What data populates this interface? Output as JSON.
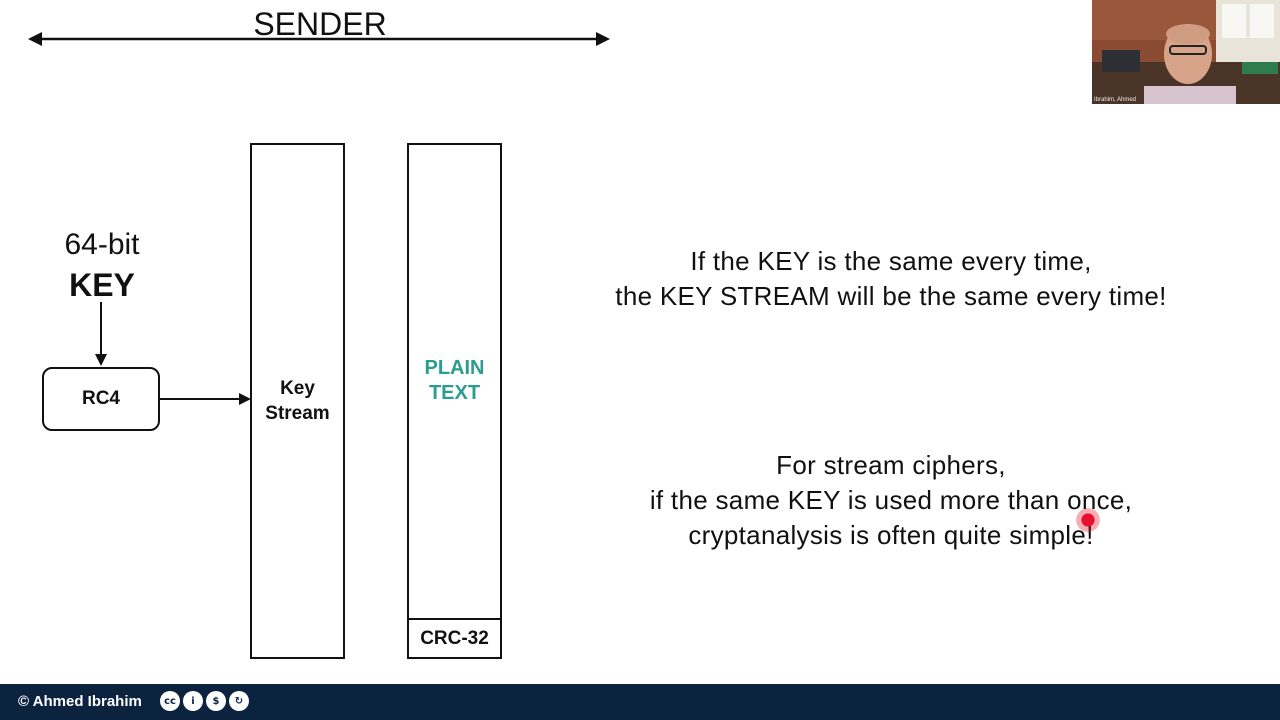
{
  "header": {
    "sender_label": "SENDER"
  },
  "key": {
    "bits_label": "64-bit",
    "key_label": "KEY"
  },
  "rc4": {
    "label": "RC4"
  },
  "keystream": {
    "line1": "Key",
    "line2": "Stream"
  },
  "plaintext": {
    "line1": "PLAIN",
    "line2": "TEXT",
    "crc_label": "CRC-32",
    "color": "#2a9d8f"
  },
  "notes": {
    "para1": [
      "If the KEY is the same every time,",
      "the KEY STREAM will be the same every time!"
    ],
    "para2": [
      "For stream ciphers,",
      "if the same KEY is used more than once,",
      "cryptanalysis is often quite simple!"
    ]
  },
  "footer": {
    "copyright": "© Ahmed Ibrahim",
    "license_icons": [
      "cc-icon",
      "by-icon",
      "nc-icon",
      "sa-icon"
    ],
    "background": "#0c2340"
  },
  "webcam": {
    "caption": "Ibrahim, Ahmed"
  },
  "laser_pointer": {
    "color": "#e8112d"
  }
}
